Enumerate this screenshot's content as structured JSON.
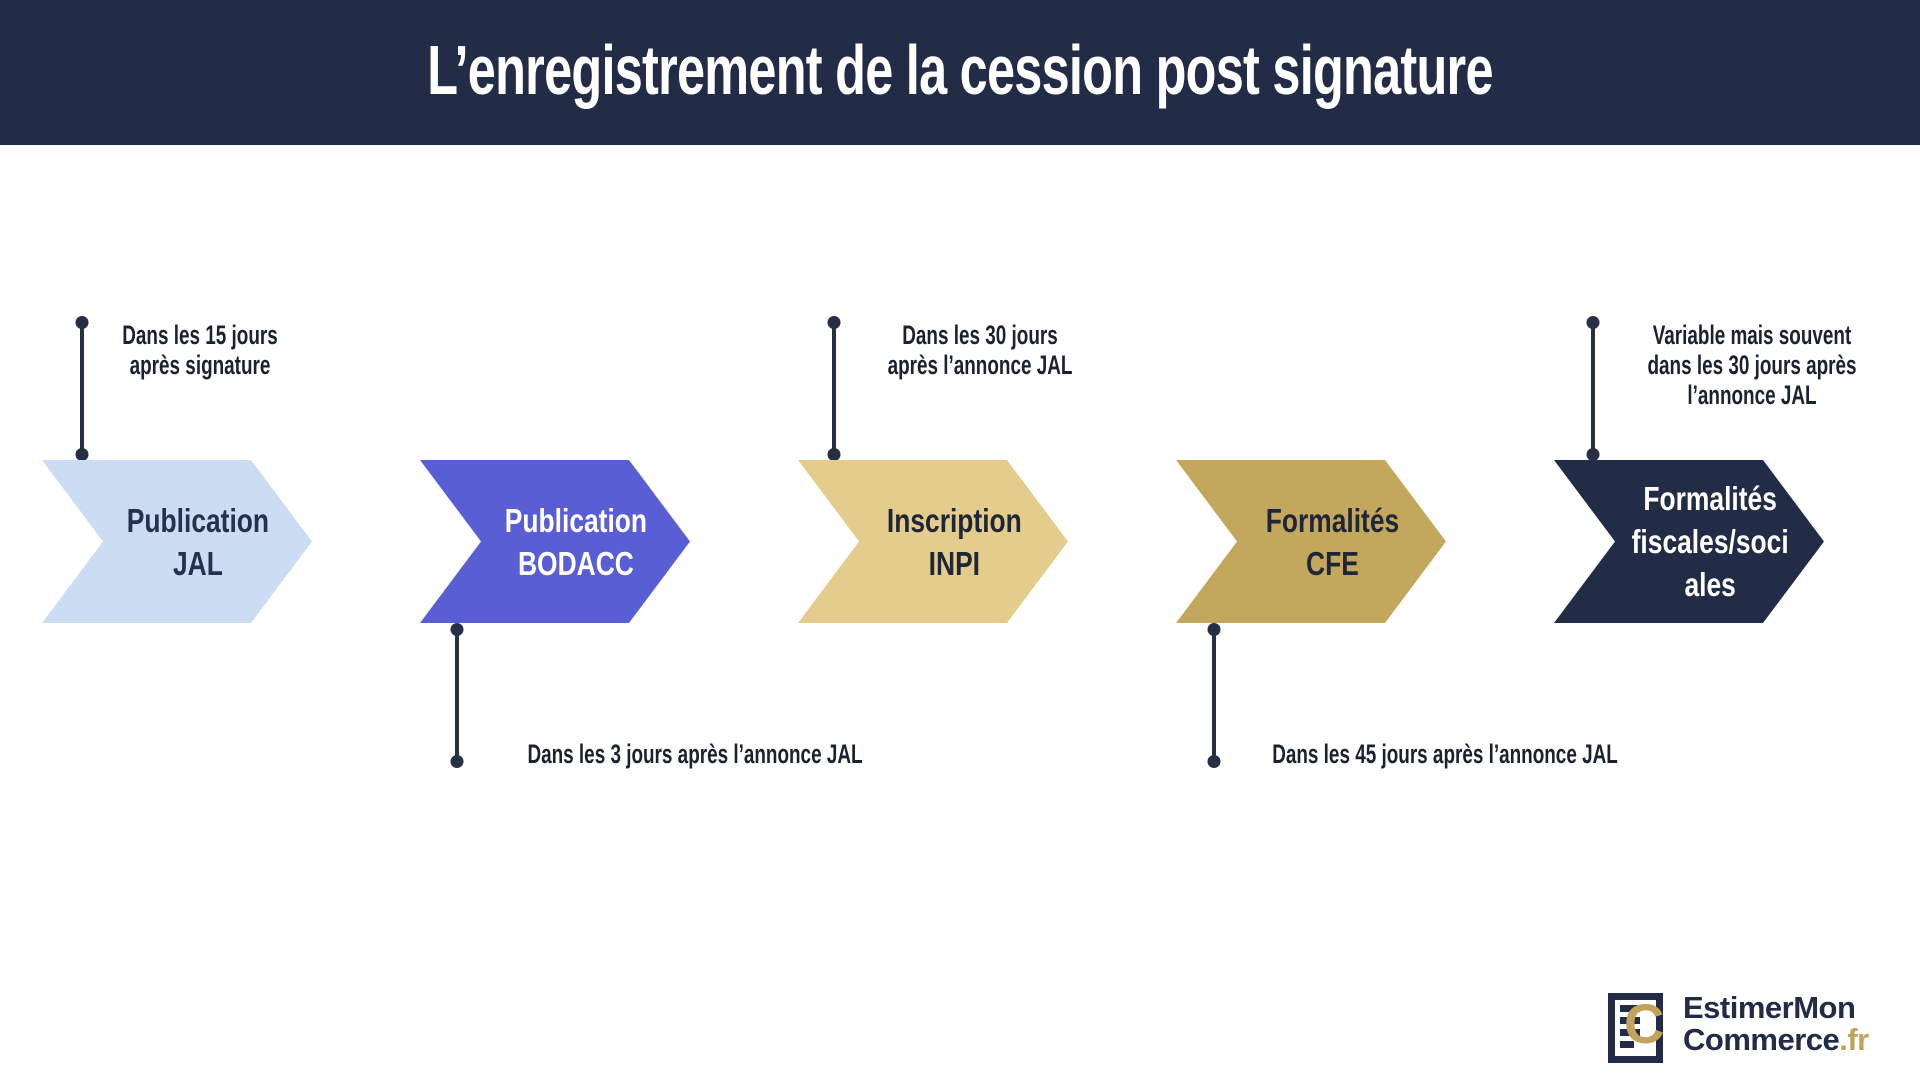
{
  "header": {
    "title": "L’enregistrement de la cession post signature"
  },
  "steps": [
    {
      "label_lines": [
        "Publication",
        "JAL"
      ],
      "fill": "#CBDCF3",
      "label_color": "#26314E",
      "annotation": {
        "placement": "top",
        "lines": [
          "Dans les 15 jours",
          "après signature"
        ]
      }
    },
    {
      "label_lines": [
        "Publication",
        "BODACC"
      ],
      "fill": "#5A5ED5",
      "label_color": "#FFFFFF",
      "annotation": {
        "placement": "bottom",
        "lines": [
          "Dans les 3 jours après l’annonce JAL"
        ]
      }
    },
    {
      "label_lines": [
        "Inscription",
        "INPI"
      ],
      "fill": "#E4CD8C",
      "label_color": "#1F2638",
      "annotation": {
        "placement": "top",
        "lines": [
          "Dans les 30 jours",
          "après l’annonce JAL"
        ]
      }
    },
    {
      "label_lines": [
        "Formalités",
        "CFE"
      ],
      "fill": "#C3A75C",
      "label_color": "#1F2638",
      "annotation": {
        "placement": "bottom",
        "lines": [
          "Dans les 45 jours après l’annonce JAL"
        ]
      }
    },
    {
      "label_lines": [
        "Formalités",
        "fiscales/soci",
        "ales"
      ],
      "fill": "#222C46",
      "label_color": "#FFFFFF",
      "annotation": {
        "placement": "top",
        "lines": [
          "Variable mais souvent",
          "dans les 30 jours après",
          "l’annonce JAL"
        ]
      }
    }
  ],
  "colors": {
    "banner": "#232C46",
    "annotation_text": "#1A2230",
    "connector": "#272F45",
    "navy": "#232C46",
    "gold": "#C2A35E"
  },
  "logo": {
    "line1": "EstimerMon",
    "line2": "Commerce",
    "suffix": ".fr",
    "icon_letter": "C"
  }
}
